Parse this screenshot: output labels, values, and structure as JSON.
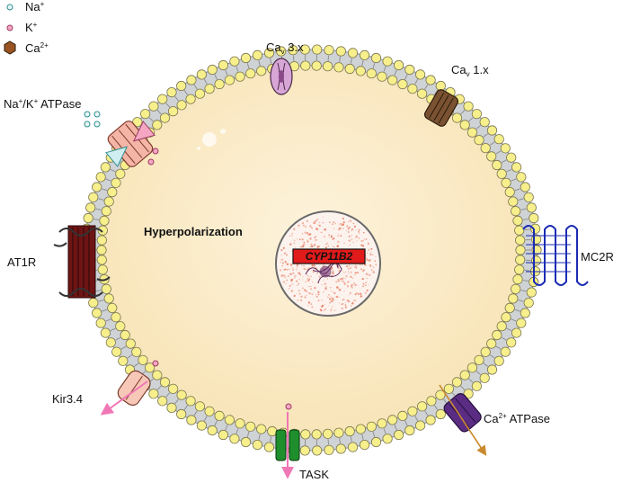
{
  "legend": {
    "na_label": "Na",
    "na_sup": "+",
    "k_label": "K",
    "k_sup": "+",
    "ca_label": "Ca",
    "ca_sup": "2+"
  },
  "labels": {
    "cav3_main": "Ca",
    "cav3_sub": "v",
    "cav3_rest": " 3.x",
    "cav1_main": "Ca",
    "cav1_sub": "v",
    "cav1_rest": " 1.x",
    "nak_na": "Na",
    "nak_na_sup": "+",
    "nak_k": "/K",
    "nak_k_sup": "+",
    "nak_rest": " ATPase",
    "at1r": "AT1R",
    "mc2r": "MC2R",
    "kir": "Kir3.4",
    "task": "TASK",
    "caatp_main": "Ca",
    "caatp_sup": "2+",
    "caatp_rest": " ATPase",
    "hyper": "Hyperpolarization",
    "gene": "CYP11B2"
  },
  "colors": {
    "na": "#e8f6f6",
    "na_stroke": "#2f8f8f",
    "k": "#f5a6c3",
    "k_stroke": "#9c3b62",
    "ca": "#9a5423",
    "cytoplasm": "#fdf1d5",
    "head": "#f7ef8c",
    "head_stroke": "#7c7752",
    "tail": "#8f8f8f",
    "cav3": "#d7a6d6",
    "cav1": "#7a5232",
    "nak": "#f4b4a6",
    "at1r": "#6e1414",
    "mc2r": "#1b2bb3",
    "kir": "#f7c7b7",
    "task": "#1e8f2c",
    "caatpase": "#5b2c84",
    "gene_bg": "#e11a1a",
    "nucleus_dots": "#e57b5f",
    "arrow_pink": "#f077b5",
    "arrow_orange": "#c98a2f"
  }
}
